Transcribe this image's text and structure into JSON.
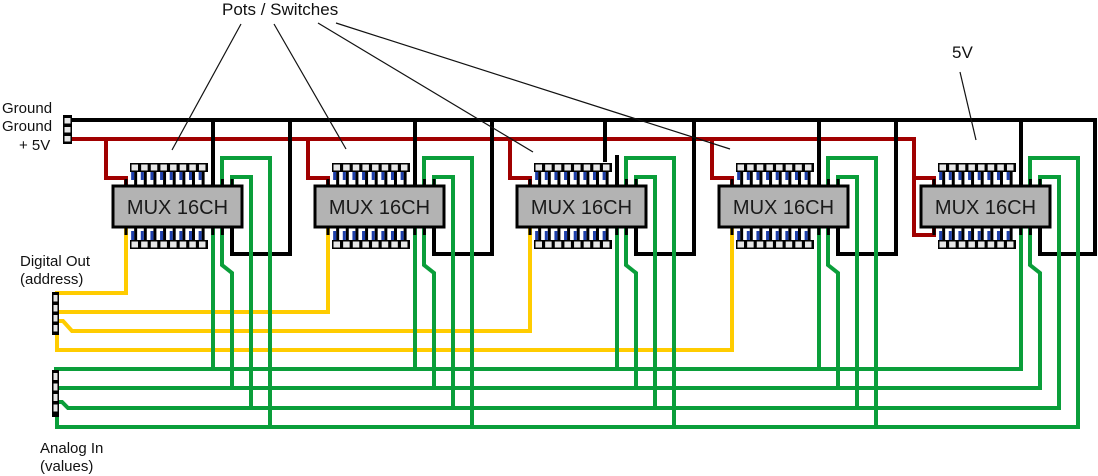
{
  "labels": {
    "pots_switches": "Pots / Switches",
    "five_v": "5V",
    "power_connector": [
      "Ground",
      "Ground",
      "+ 5V"
    ],
    "digital_out": [
      "Digital Out",
      "(address)"
    ],
    "analog_in": [
      "Analog In",
      "(values)"
    ]
  },
  "chips": [
    {
      "label": "MUX 16CH"
    },
    {
      "label": "MUX 16CH"
    },
    {
      "label": "MUX 16CH"
    },
    {
      "label": "MUX 16CH"
    },
    {
      "label": "MUX 16CH"
    }
  ],
  "connectors": {
    "power": {
      "pins": 3
    },
    "digital_out": {
      "pins": 4
    },
    "analog_in": {
      "pins": 4
    }
  },
  "chip_pins_per_side": 12,
  "header_pins_per_side": 8,
  "colors": {
    "ground": "#000000",
    "vcc": "#a00000",
    "address": "#ffcc00",
    "signal": "#0a9e3a",
    "pin_link": "#1e3faa",
    "chip_body": "#b3b3b3",
    "header_pad": "#e6e6e6"
  }
}
